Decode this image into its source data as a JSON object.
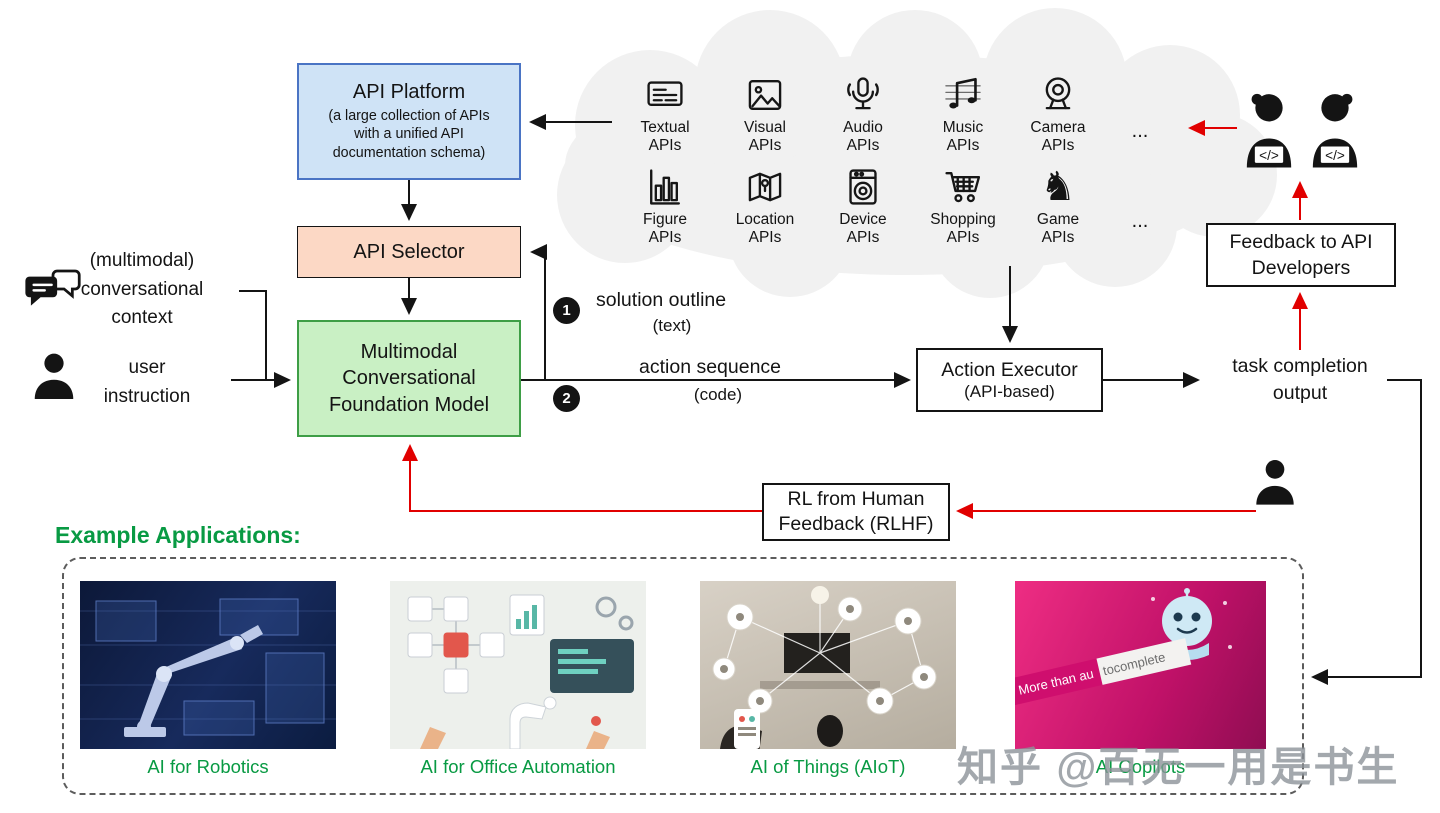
{
  "colors": {
    "api_platform_fill": "#cfe3f6",
    "api_platform_border": "#4a74c4",
    "api_selector_fill": "#fcd8c5",
    "foundation_model_fill": "#c9f0c4",
    "foundation_model_border": "#3e9e46",
    "cloud_fill": "#f1f1f1",
    "arrow_black": "#141414",
    "arrow_red": "#e10000",
    "accent_green": "#089a43",
    "copilots_pink": "#d4156f",
    "robotics_navy": "#0c1838"
  },
  "inputs": {
    "context_l1": "(multimodal)",
    "context_l2": "conversational",
    "context_l3": "context",
    "user_l1": "user",
    "user_l2": "instruction"
  },
  "boxes": {
    "api_platform": {
      "title": "API Platform",
      "sub1": "(a large collection of APIs",
      "sub2": "with a unified API",
      "sub3": "documentation schema)"
    },
    "api_selector": {
      "label": "API Selector"
    },
    "foundation_model": {
      "l1": "Multimodal",
      "l2": "Conversational",
      "l3": "Foundation Model"
    },
    "action_executor": {
      "l1": "Action Executor",
      "l2": "(API-based)"
    },
    "feedback_developers": {
      "l1": "Feedback to API",
      "l2": "Developers"
    },
    "rlhf": {
      "l1": "RL from Human",
      "l2": "Feedback (RLHF)"
    }
  },
  "flow": {
    "step1_num": "1",
    "step1_label": "solution outline",
    "step1_sub": "(text)",
    "step2_num": "2",
    "step2_label": "action sequence",
    "step2_sub": "(code)",
    "task_l1": "task completion",
    "task_l2": "output"
  },
  "cloud": {
    "row1": [
      {
        "line1": "Textual",
        "line2": "APIs"
      },
      {
        "line1": "Visual",
        "line2": "APIs"
      },
      {
        "line1": "Audio",
        "line2": "APIs"
      },
      {
        "line1": "Music",
        "line2": "APIs"
      },
      {
        "line1": "Camera",
        "line2": "APIs"
      }
    ],
    "row2": [
      {
        "line1": "Figure",
        "line2": "APIs"
      },
      {
        "line1": "Location",
        "line2": "APIs"
      },
      {
        "line1": "Device",
        "line2": "APIs"
      },
      {
        "line1": "Shopping",
        "line2": "APIs"
      },
      {
        "line1": "Game",
        "line2": "APIs"
      }
    ],
    "ellipsis1": "...",
    "ellipsis2": "...",
    "game_glyph": "♞"
  },
  "developers": {
    "badge": "</>"
  },
  "applications": {
    "heading": "Example Applications:",
    "items": [
      {
        "label": "AI for Robotics"
      },
      {
        "label": "AI for Office Automation"
      },
      {
        "label": "AI of Things (AIoT)"
      },
      {
        "label": "AI Copilots"
      }
    ],
    "copilots_ribbon": {
      "part1": "More than au",
      "part2": "tocomplete"
    }
  },
  "watermark": "知乎 @百无一用是书生"
}
